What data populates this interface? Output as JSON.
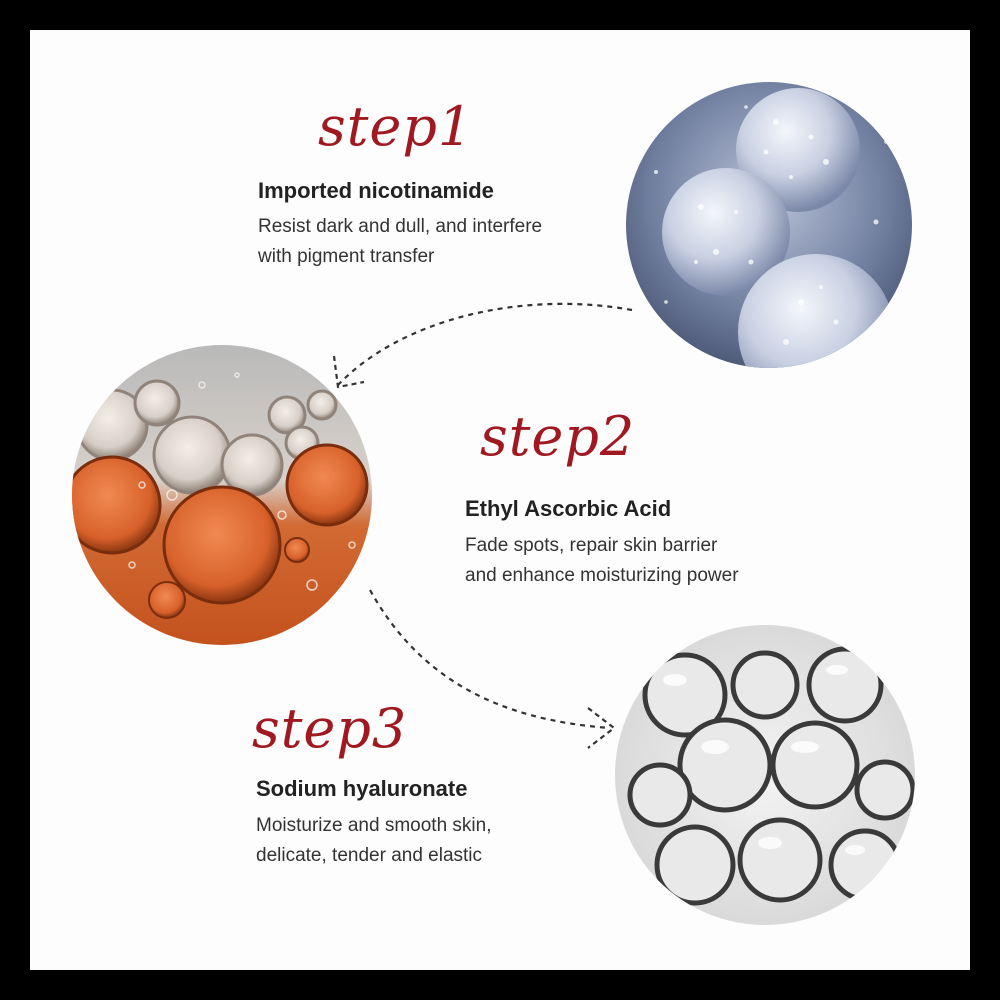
{
  "steps": [
    {
      "title": "step1",
      "ingredient": "Imported nicotinamide",
      "desc_lines": [
        "Resist dark and dull, and interfere",
        "with pigment transfer"
      ],
      "image_icon": "blue-bubbles-image"
    },
    {
      "title": "step2",
      "ingredient": "Ethyl Ascorbic Acid",
      "desc_lines": [
        "Fade spots, repair skin barrier",
        "and enhance moisturizing power"
      ],
      "image_icon": "orange-oil-droplets-image"
    },
    {
      "title": "step3",
      "ingredient": "Sodium hyaluronate",
      "desc_lines": [
        "Moisturize and smooth skin,",
        "delicate, tender and elastic"
      ],
      "image_icon": "silver-foam-bubbles-image"
    }
  ],
  "colors": {
    "step_title": "#a01820",
    "frame": "#000000",
    "background": "#fdfdfd"
  }
}
